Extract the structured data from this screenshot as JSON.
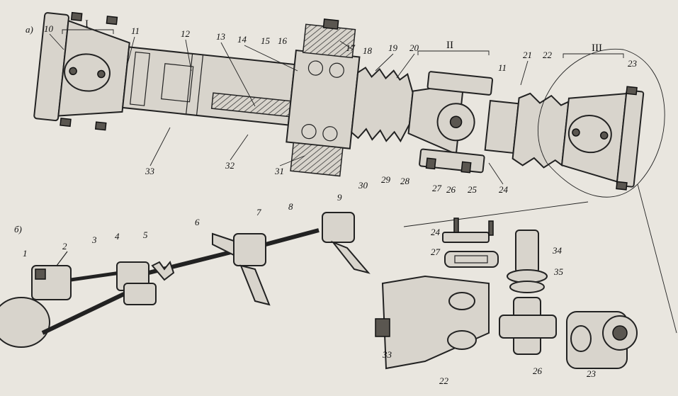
{
  "figure": {
    "panel_a": "а)",
    "panel_b": "б)",
    "sections": [
      "I",
      "II",
      "III"
    ],
    "callouts_top": [
      "10",
      "11",
      "12",
      "13",
      "14",
      "15",
      "16",
      "17",
      "18",
      "19",
      "20",
      "11",
      "21",
      "22",
      "23"
    ],
    "callouts_bottom_a": [
      "33",
      "32",
      "31",
      "30",
      "29",
      "28",
      "27",
      "26",
      "25",
      "24"
    ],
    "callouts_b": [
      "1",
      "2",
      "3",
      "4",
      "5",
      "6",
      "7",
      "8",
      "9"
    ],
    "callouts_detail": [
      "24",
      "27",
      "34",
      "35",
      "33",
      "22",
      "26",
      "23"
    ]
  }
}
